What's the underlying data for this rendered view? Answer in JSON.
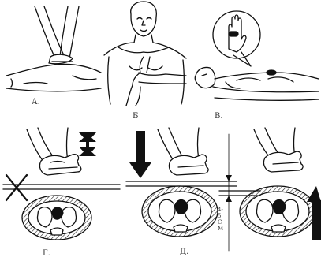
{
  "labels": {
    "panel_a": "А.",
    "panel_b": "Б",
    "panel_c": "В.",
    "panel_d": "Г.",
    "panel_e": "Д.",
    "depth": "4-5 СМ"
  }
}
